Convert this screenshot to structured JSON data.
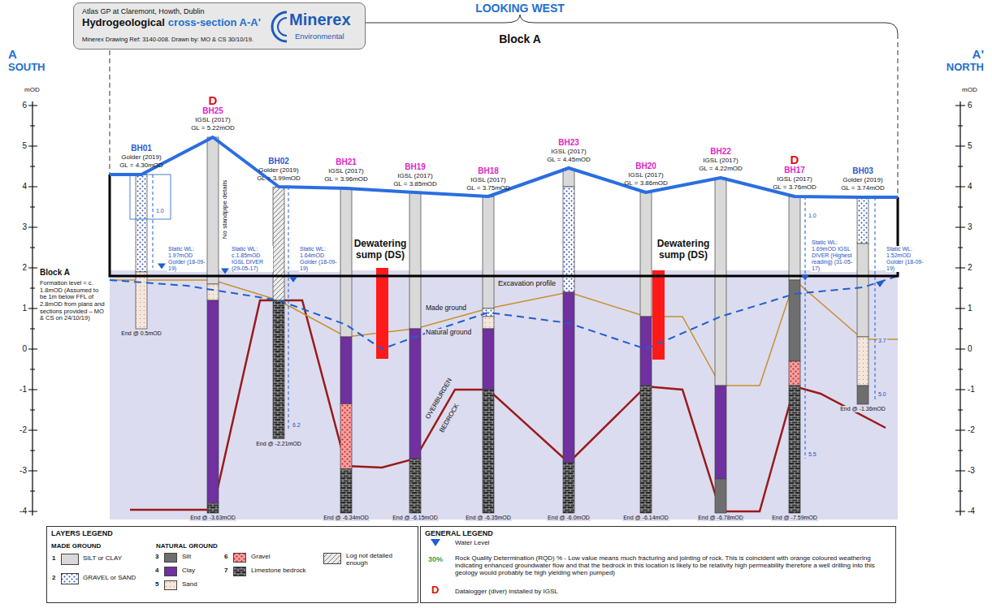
{
  "diagram": {
    "nodes": [
      {
        "text": [
          "Atlas GP at Claremont, Howth, Dublin",
          "Hydrogeological",
          "cross-section A-A'",
          "Minerex Drawing Ref: 3140-008. Drawn by: MO & CS 30/10/19.",
          "Minerex",
          "Environmental"
        ]
      },
      {
        "text": [
          "LAYERS LEGEND",
          "MADE GROUND",
          "NATURAL GROUND"
        ]
      },
      {
        "text": [
          "GENERAL LEGEND"
        ]
      }
    ],
    "labels": [
      "LOOKING WEST",
      "Block A",
      "A",
      "SOUTH",
      "A'",
      "NORTH",
      "mOD",
      "mOD",
      "6",
      "5",
      "4",
      "3",
      "2",
      "1",
      "0",
      "-1",
      "-2",
      "-3",
      "-4",
      "6",
      "5",
      "4",
      "3",
      "2",
      "1",
      "0",
      "-1",
      "-2",
      "-3",
      "-4",
      "BH01",
      "Golder (2019)",
      "GL = 4.30mOD",
      "D",
      "BH25",
      "IGSL (2017)",
      "GL = 5.22mOD",
      "BH02",
      "Golder (2019)",
      "GL = 3.99mOD",
      "BH21",
      "IGSL (2017)",
      "GL = 3.96mOD",
      "BH19",
      "IGSL (2017)",
      "GL = 3.85mOD",
      "BH18",
      "IGSL (2017)",
      "GL = 3.75mOD",
      "BH23",
      "IGSL (2017)",
      "GL = 4.45mOD",
      "BH20",
      "IGSL (2017)",
      "GL = 3.86mOD",
      "BH22",
      "IGSL (2017)",
      "GL = 4.22mOD",
      "D",
      "BH17",
      "IGSL (2017)",
      "GL = 3.76mOD",
      "BH03",
      "Golder (2019)",
      "GL = 3.74mOD",
      "End @ 0.5mOD",
      "End @ -3.63mOD",
      "End @ -2.21mOD",
      "End @ -6.34mOD",
      "End @ -6.15mOD",
      "End @ -6.35mOD",
      "End @ -6.0mOD",
      "End @ -6.14mOD",
      "End @ -6.78mOD",
      "End @ -7.59mOD",
      "End @ -1.36mOD",
      "1.0",
      "6.2",
      "1.0",
      "5.5",
      "3.7",
      "5.0",
      "Static WL: 1.97mOD Golder (18-09-19)",
      "Static WL: c.1.85mOD IGSL DIVER (29-05-17)",
      "Static WL: 1.64mOD Golder (18-09-19)",
      "Static WL: 1.69mOD IGSL DIVER (Highest reading) (31-05-17)",
      "Static WL: 1.52mOD Golder (18-09-19)",
      "No standpipe details",
      "Dewatering sump (DS)",
      "Dewatering sump (DS)",
      "Excavation profile",
      "Made ground",
      "Natural ground",
      "OVERBURDEN",
      "BEDROCK",
      "Block A",
      "Formation level = c. 1.8mOD (Assumed to be 1m below FFL of 2.8mOD from plans and sections provided – MO & CS on 24/10/19)",
      "1",
      "2",
      "3",
      "4",
      "5",
      "6",
      "7",
      "30%",
      "D"
    ],
    "legend": [
      {
        "text": "SILT or CLAY",
        "color": "#d9d9d9"
      },
      {
        "text": "GRAVEL or SAND"
      },
      {
        "text": "Silt",
        "color": "#6e6e6e"
      },
      {
        "text": "Clay",
        "color": "#7030a0"
      },
      {
        "text": "Sand"
      },
      {
        "text": "Gravel"
      },
      {
        "text": "Limestone bedrock"
      },
      {
        "text": "Log not detailed enough"
      },
      {
        "text": "Water Level"
      },
      {
        "text": "Rock Quality Determination (RQD) % - Low value means much fracturing and jointing of rock. This is coincident with orange coloured weathering indicating enhanced groundwater flow and that the bedrock in this location is likely to be relativity high permeability therefore a well drilling into this geology would probably be high yielding when pumped)"
      },
      {
        "text": "Datalogger (diver) installed by IGSL"
      }
    ]
  }
}
